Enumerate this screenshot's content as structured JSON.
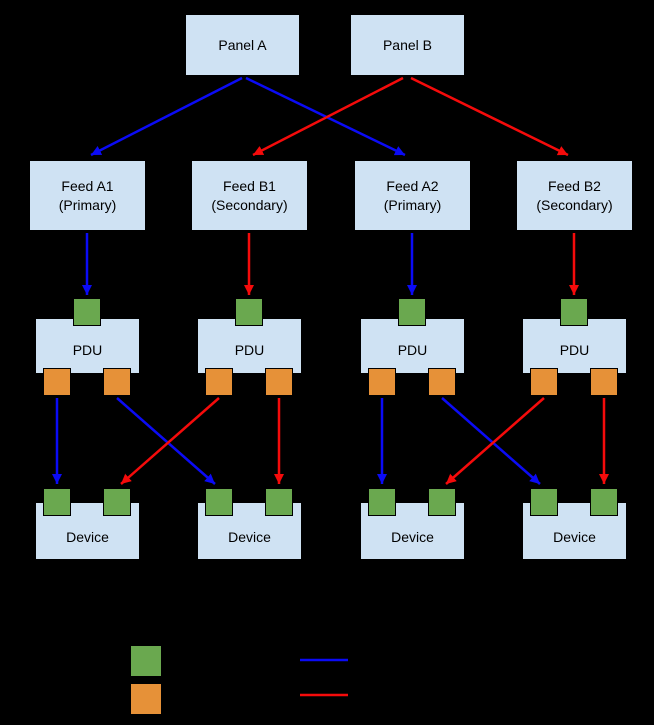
{
  "panels": [
    {
      "label": "Panel A"
    },
    {
      "label": "Panel B"
    }
  ],
  "feeds": [
    {
      "name": "Feed A1",
      "role": "(Primary)"
    },
    {
      "name": "Feed B1",
      "role": "(Secondary)"
    },
    {
      "name": "Feed A2",
      "role": "(Primary)"
    },
    {
      "name": "Feed B2",
      "role": "(Secondary)"
    }
  ],
  "pdus": [
    {
      "label": "PDU"
    },
    {
      "label": "PDU"
    },
    {
      "label": "PDU"
    },
    {
      "label": "PDU"
    }
  ],
  "devices": [
    {
      "label": "Device"
    },
    {
      "label": "Device"
    },
    {
      "label": "Device"
    },
    {
      "label": "Device"
    }
  ],
  "colors": {
    "background": "#000000",
    "node_fill": "#cfe2f3",
    "input_port": "#6aa84f",
    "output_port": "#e69138",
    "primary_path_blue": "#0b0bf5",
    "secondary_path_red": "#f50b0b"
  }
}
